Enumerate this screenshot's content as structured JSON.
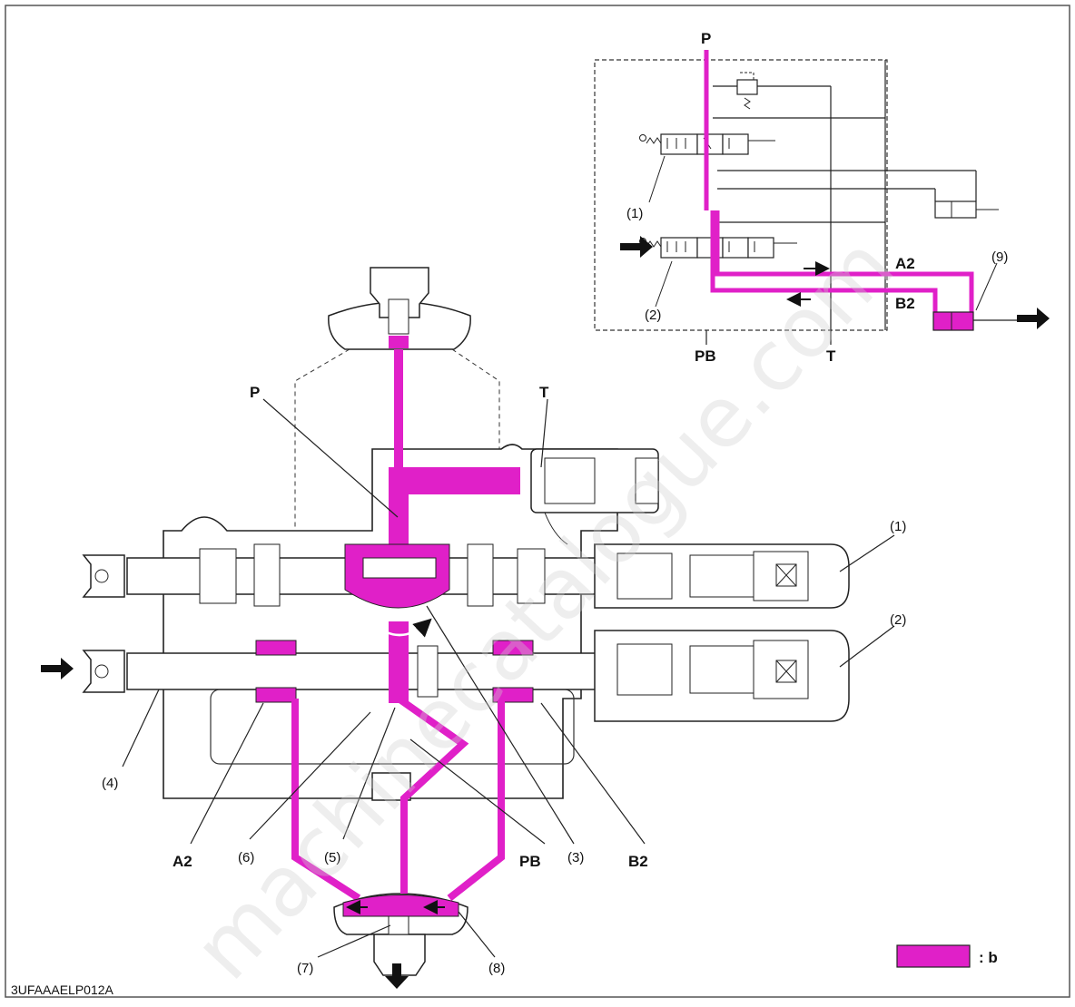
{
  "schematic": {
    "port_p": "P",
    "port_pb": "PB",
    "port_t": "T",
    "port_a2": "A2",
    "port_b2": "B2",
    "valve1": "(1)",
    "valve2": "(2)",
    "cylinder9": "(9)"
  },
  "section": {
    "port_p": "P",
    "port_t": "T",
    "port_a2": "A2",
    "port_b2": "B2",
    "port_pb": "PB",
    "labels": {
      "n1": "(1)",
      "n2": "(2)",
      "n3": "(3)",
      "n4": "(4)",
      "n5": "(5)",
      "n6": "(6)",
      "n7": "(7)",
      "n8": "(8)"
    }
  },
  "legend": {
    "text": ": b",
    "color": "#e020c8"
  },
  "figure_code": "3UFAAAELP012A",
  "watermark": "machinecatalogue.com",
  "colors": {
    "flow": "#e020c8",
    "line": "#1a1a1a"
  }
}
